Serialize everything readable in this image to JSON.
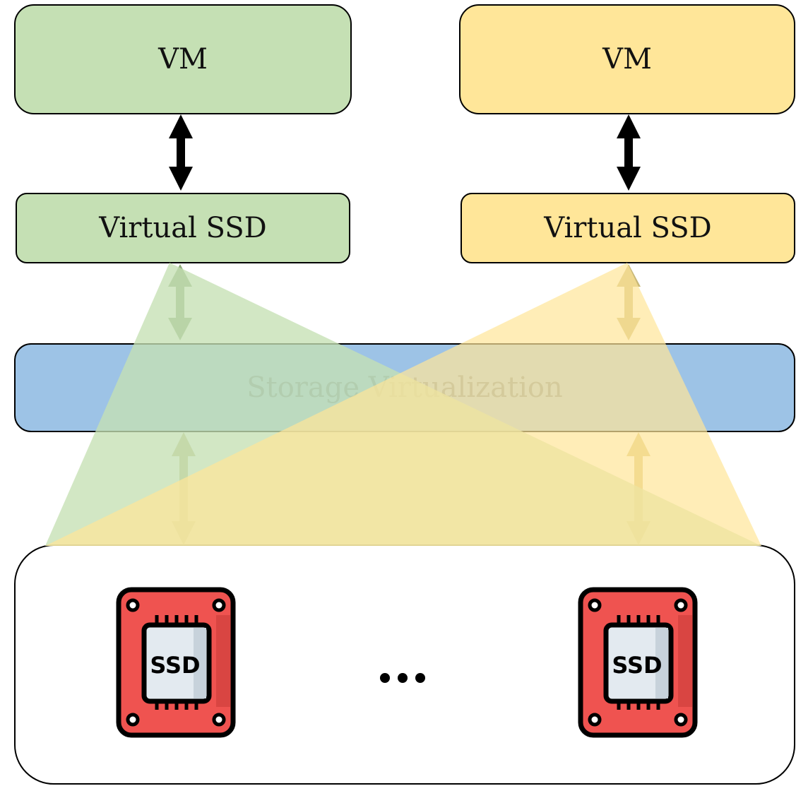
{
  "colors": {
    "green_fill": "#c5e0b4",
    "yellow_fill": "#ffe699",
    "blue_fill": "#9dc3e6",
    "ssd_red": "#ef5350",
    "ssd_chip": "#e3eaf0",
    "outline": "#000000"
  },
  "left_stack": {
    "vm_label": "VM",
    "vssd_label": "Virtual SSD"
  },
  "right_stack": {
    "vm_label": "VM",
    "vssd_label": "Virtual SSD"
  },
  "storage_virtualization": {
    "label": "Storage Virtualization"
  },
  "ssd_pool": {
    "ssd_label": "SSD",
    "ellipsis_icon": "ellipsis-icon"
  },
  "icons": {
    "ssd": "ssd-icon",
    "arrow": "double-arrow-icon"
  }
}
